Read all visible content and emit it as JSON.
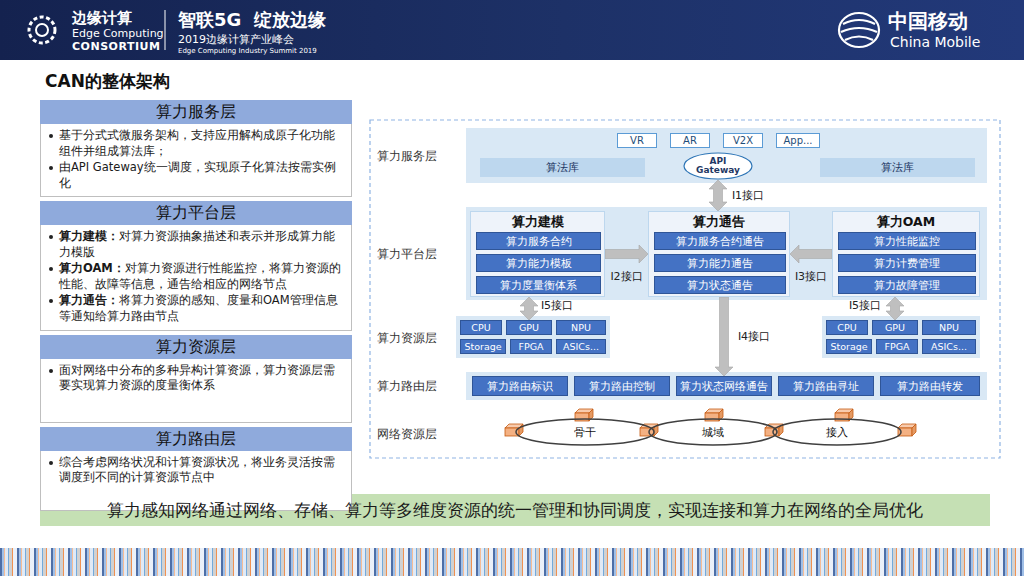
{
  "diagram": {
    "title": "CAN的整体架构",
    "caption": "算力感知网络通过网络、存储、算力等多维度资源的统一管理和协同调度，实现连接和算力在网络的全局优化",
    "nodes": [
      {
        "text": [
          "算力服务层",
          "基于分式式微服务架构，支持应用解构成原子化功能组件并组成算法库；",
          "由API Gateway统一调度，实现原子化算法按需实例化"
        ]
      },
      {
        "text": [
          "算力平台层",
          "算力建模：对算力资源抽象描述和表示并形成算力能力模版",
          "算力OAM：对算力资源进行性能监控，将算力资源的性能、故障等信息，通告给相应的网络节点",
          "算力通告：将算力资源的感知、度量和OAM管理信息等通知给算力路由节点"
        ]
      },
      {
        "text": [
          "算力资源层",
          "面对网络中分布的多种异构计算资源，算力资源层需要实现算力资源的度量衡体系"
        ]
      },
      {
        "text": [
          "算力路由层",
          "综合考虑网络状况和计算资源状况，将业务灵活按需调度到不同的计算资源节点中"
        ]
      },
      {
        "text": [
          "算力服务层"
        ]
      },
      {
        "text": [
          "VR"
        ],
        "in": 4
      },
      {
        "text": [
          "AR"
        ],
        "in": 4
      },
      {
        "text": [
          "V2X"
        ],
        "in": 4
      },
      {
        "text": [
          "App..."
        ],
        "in": 4
      },
      {
        "text": [
          "API Gateway"
        ],
        "in": 4
      },
      {
        "text": [
          "算法库"
        ],
        "in": 4
      },
      {
        "text": [
          "算法库"
        ],
        "in": 4
      },
      {
        "text": [
          "算力平台层"
        ]
      },
      {
        "text": [
          "算力建模"
        ],
        "in": 12
      },
      {
        "text": [
          "算力服务合约"
        ],
        "in": 13
      },
      {
        "text": [
          "算力能力模板"
        ],
        "in": 13
      },
      {
        "text": [
          "算力度量衡体系"
        ],
        "in": 13
      },
      {
        "text": [
          "算力通告"
        ],
        "in": 12
      },
      {
        "text": [
          "算力服务合约通告"
        ],
        "in": 17
      },
      {
        "text": [
          "算力能力通告"
        ],
        "in": 17
      },
      {
        "text": [
          "算力状态通告"
        ],
        "in": 17
      },
      {
        "text": [
          "算力OAM"
        ],
        "in": 12
      },
      {
        "text": [
          "算力性能监控"
        ],
        "in": 21
      },
      {
        "text": [
          "算力计费管理"
        ],
        "in": 21
      },
      {
        "text": [
          "算力故障管理"
        ],
        "in": 21
      },
      {
        "text": [
          "CPU"
        ]
      },
      {
        "text": [
          "GPU"
        ]
      },
      {
        "text": [
          "NPU"
        ]
      },
      {
        "text": [
          "Storage"
        ]
      },
      {
        "text": [
          "FPGA"
        ]
      },
      {
        "text": [
          "ASICs..."
        ]
      },
      {
        "text": [
          "CPU"
        ]
      },
      {
        "text": [
          "GPU"
        ]
      },
      {
        "text": [
          "NPU"
        ]
      },
      {
        "text": [
          "Storage"
        ]
      },
      {
        "text": [
          "FPGA"
        ]
      },
      {
        "text": [
          "ASICs..."
        ]
      },
      {
        "text": [
          "算力路由层"
        ]
      },
      {
        "text": [
          "算力路由标识"
        ],
        "in": 37
      },
      {
        "text": [
          "算力路由控制"
        ],
        "in": 37
      },
      {
        "text": [
          "算力状态网络通告"
        ],
        "in": 37
      },
      {
        "text": [
          "算力路由寻址"
        ],
        "in": 37
      },
      {
        "text": [
          "算力路由转发"
        ],
        "in": 37
      },
      {
        "text": [
          "骨干"
        ]
      },
      {
        "text": [
          "城域"
        ]
      },
      {
        "text": [
          "接入"
        ]
      }
    ],
    "edges": [
      {
        "from": 9,
        "to": 17,
        "label": "I1接口",
        "arrow": "both"
      },
      {
        "from": 13,
        "to": 17,
        "label": "I2接口",
        "arrow": "to"
      },
      {
        "from": 21,
        "to": 17,
        "label": "I3接口",
        "arrow": "to"
      },
      {
        "from": 17,
        "to": 40,
        "label": "I4接口",
        "arrow": "to"
      },
      {
        "from": 13,
        "to": 26,
        "label": "I5接口",
        "arrow": "both"
      },
      {
        "from": 21,
        "to": 32,
        "label": "I5接口",
        "arrow": "both"
      }
    ],
    "labels": [
      "边缘计算",
      "Edge Computing",
      "CONSORTIUM",
      "智联5G  绽放边缘",
      "2019边缘计算产业峰会",
      "Edge Computing Industry Summit 2019",
      "中国移动",
      "China Mobile",
      "算力资源层",
      "网络资源层"
    ]
  }
}
